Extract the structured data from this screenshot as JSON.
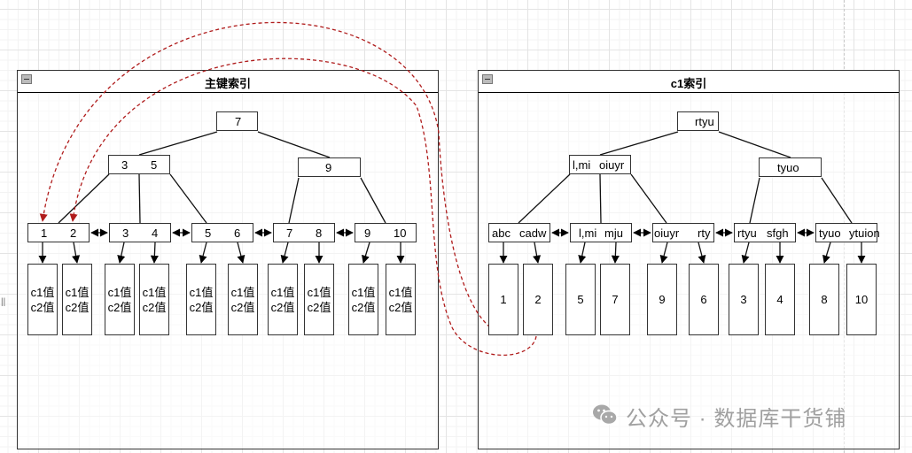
{
  "side_marker": "||",
  "primary_index": {
    "title": "主键索引",
    "root": [
      "7"
    ],
    "internal": [
      [
        "3",
        "5"
      ],
      [
        "9"
      ]
    ],
    "leaf_nodes": [
      [
        "1",
        "2"
      ],
      [
        "3",
        "4"
      ],
      [
        "5",
        "6"
      ],
      [
        "7",
        "8"
      ],
      [
        "9",
        "10"
      ]
    ],
    "records": [
      {
        "line1": "c1值",
        "line2": "c2值"
      },
      {
        "line1": "c1值",
        "line2": "c2值"
      },
      {
        "line1": "c1值",
        "line2": "c2值"
      },
      {
        "line1": "c1值",
        "line2": "c2值"
      },
      {
        "line1": "c1值",
        "line2": "c2值"
      },
      {
        "line1": "c1值",
        "line2": "c2值"
      },
      {
        "line1": "c1值",
        "line2": "c2值"
      },
      {
        "line1": "c1值",
        "line2": "c2值"
      },
      {
        "line1": "c1值",
        "line2": "c2值"
      },
      {
        "line1": "c1值",
        "line2": "c2值"
      }
    ]
  },
  "secondary_index": {
    "title": "c1索引",
    "root": [
      "rtyu"
    ],
    "internal": [
      [
        "l,mi",
        "oiuyr"
      ],
      [
        "tyuo"
      ]
    ],
    "leaf_nodes": [
      [
        "abc",
        "cadw"
      ],
      [
        "l,mi",
        "mju"
      ],
      [
        "oiuyr",
        "rty"
      ],
      [
        "rtyu",
        "sfgh"
      ],
      [
        "tyuo",
        "ytuion"
      ]
    ],
    "primary_keys": [
      "1",
      "2",
      "5",
      "7",
      "9",
      "6",
      "3",
      "4",
      "8",
      "10"
    ]
  },
  "watermark": {
    "icon": "wechat-icon",
    "text": "公众号 · 数据库干货铺"
  },
  "colors": {
    "lookup_arrow": "#b01c1c",
    "border": "#333333",
    "grid": "#e4e4e4"
  }
}
